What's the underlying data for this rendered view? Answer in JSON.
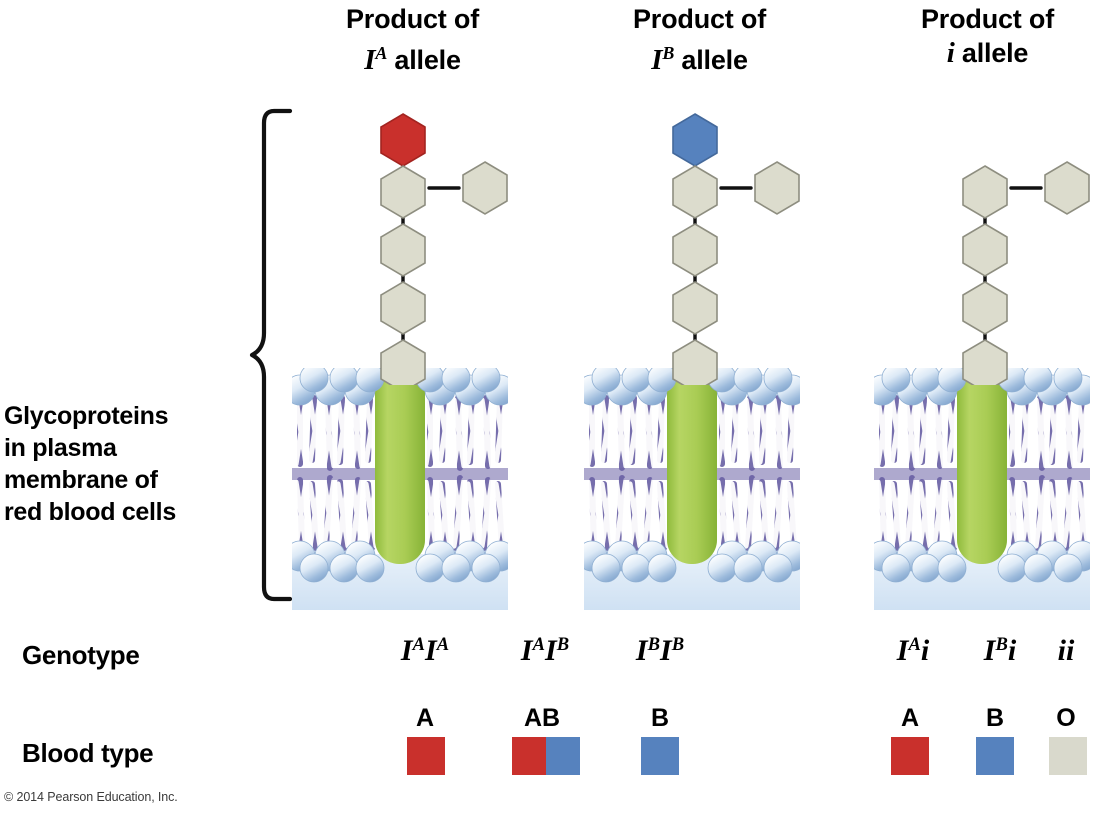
{
  "figure": {
    "copyright": "© 2014 Pearson Education, Inc.",
    "side_label_lines": [
      "Glycoproteins",
      "in plasma",
      "membrane of",
      "red blood cells"
    ],
    "row_labels": {
      "genotype": "Genotype",
      "blood_type": "Blood type"
    }
  },
  "colors": {
    "type_a_red": "#C9302C",
    "type_b_blue": "#5682BE",
    "type_o_beige": "#D9D9CC",
    "sugar_beige": "#DCDCCD",
    "sugar_outline": "#9A9A8C",
    "protein_green": "#A8CC56",
    "head_blue": "#AFC9E3",
    "tail_purple": "#6B62A6",
    "cytoplasm_blue": "#D8E6F4",
    "bracket_black": "#111111"
  },
  "columns": [
    {
      "id": "col-a",
      "header_line1": "Product of",
      "header_allele": "I",
      "header_allele_sup": "A",
      "header_line2_suffix": " allele",
      "terminal_sugar_color": "#C9302C",
      "has_terminal_sugar": true
    },
    {
      "id": "col-b",
      "header_line1": "Product of",
      "header_allele": "I",
      "header_allele_sup": "B",
      "header_line2_suffix": " allele",
      "terminal_sugar_color": "#5682BE",
      "has_terminal_sugar": true
    },
    {
      "id": "col-i",
      "header_line1": "Product of",
      "header_allele": "i",
      "header_allele_sup": "",
      "header_line2_suffix": " allele",
      "terminal_sugar_color": "",
      "has_terminal_sugar": false
    }
  ],
  "genotypes": [
    {
      "id": "genotype-aa",
      "allele1": "I",
      "sup1": "A",
      "allele2": "I",
      "sup2": "A"
    },
    {
      "id": "genotype-ab",
      "allele1": "I",
      "sup1": "A",
      "allele2": "I",
      "sup2": "B"
    },
    {
      "id": "genotype-bb",
      "allele1": "I",
      "sup1": "B",
      "allele2": "I",
      "sup2": "B"
    },
    {
      "id": "genotype-ai",
      "allele1": "I",
      "sup1": "A",
      "allele2": "i",
      "sup2": ""
    },
    {
      "id": "genotype-bi",
      "allele1": "I",
      "sup1": "B",
      "allele2": "i",
      "sup2": ""
    },
    {
      "id": "genotype-ii",
      "allele1": "i",
      "sup1": "",
      "allele2": "i",
      "sup2": ""
    }
  ],
  "blood_types": [
    {
      "id": "blood-type-a-1",
      "label": "A",
      "colors": [
        "#C9302C"
      ]
    },
    {
      "id": "blood-type-ab",
      "label": "AB",
      "colors": [
        "#C9302C",
        "#5682BE"
      ]
    },
    {
      "id": "blood-type-b-1",
      "label": "B",
      "colors": [
        "#5682BE"
      ]
    },
    {
      "id": "blood-type-a-2",
      "label": "A",
      "colors": [
        "#C9302C"
      ]
    },
    {
      "id": "blood-type-b-2",
      "label": "B",
      "colors": [
        "#5682BE"
      ]
    },
    {
      "id": "blood-type-o",
      "label": "O",
      "colors": [
        "#D9D9CC"
      ]
    }
  ]
}
